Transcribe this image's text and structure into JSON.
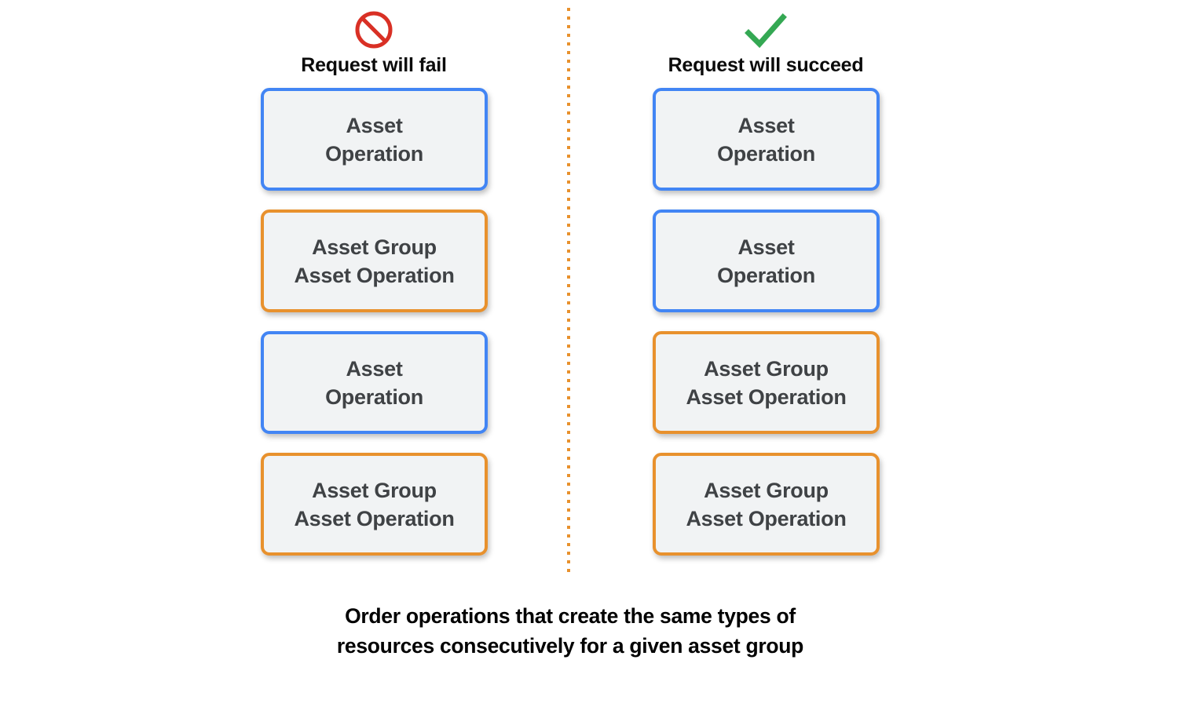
{
  "diagram": {
    "type": "comparison-diagram",
    "background_color": "#FFFFFF",
    "colors": {
      "asset_border": "#4285F4",
      "asset_group_border": "#E8912D",
      "box_fill": "#F1F3F4",
      "box_text": "#3F4245",
      "fail_icon": "#D93025",
      "success_icon": "#34A853",
      "divider": "#E8912D",
      "caption_text": "#000000"
    },
    "columns": [
      {
        "id": "fail",
        "icon": "prohibition-icon",
        "icon_color": "#D93025",
        "title": "Request will fail",
        "boxes": [
          {
            "kind": "asset",
            "lines": [
              "Asset",
              "Operation"
            ]
          },
          {
            "kind": "asset-group",
            "lines": [
              "Asset Group",
              "Asset Operation"
            ]
          },
          {
            "kind": "asset",
            "lines": [
              "Asset",
              "Operation"
            ]
          },
          {
            "kind": "asset-group",
            "lines": [
              "Asset Group",
              "Asset Operation"
            ]
          }
        ]
      },
      {
        "id": "succeed",
        "icon": "checkmark-icon",
        "icon_color": "#34A853",
        "title": "Request will succeed",
        "boxes": [
          {
            "kind": "asset",
            "lines": [
              "Asset",
              "Operation"
            ]
          },
          {
            "kind": "asset",
            "lines": [
              "Asset",
              "Operation"
            ]
          },
          {
            "kind": "asset-group",
            "lines": [
              "Asset Group",
              "Asset Operation"
            ]
          },
          {
            "kind": "asset-group",
            "lines": [
              "Asset Group",
              "Asset Operation"
            ]
          }
        ]
      }
    ],
    "divider": {
      "style": "dotted-vertical",
      "color": "#E8912D"
    },
    "caption": {
      "lines": [
        "Order operations that create the same types of",
        "resources consecutively for a given asset group"
      ]
    }
  }
}
